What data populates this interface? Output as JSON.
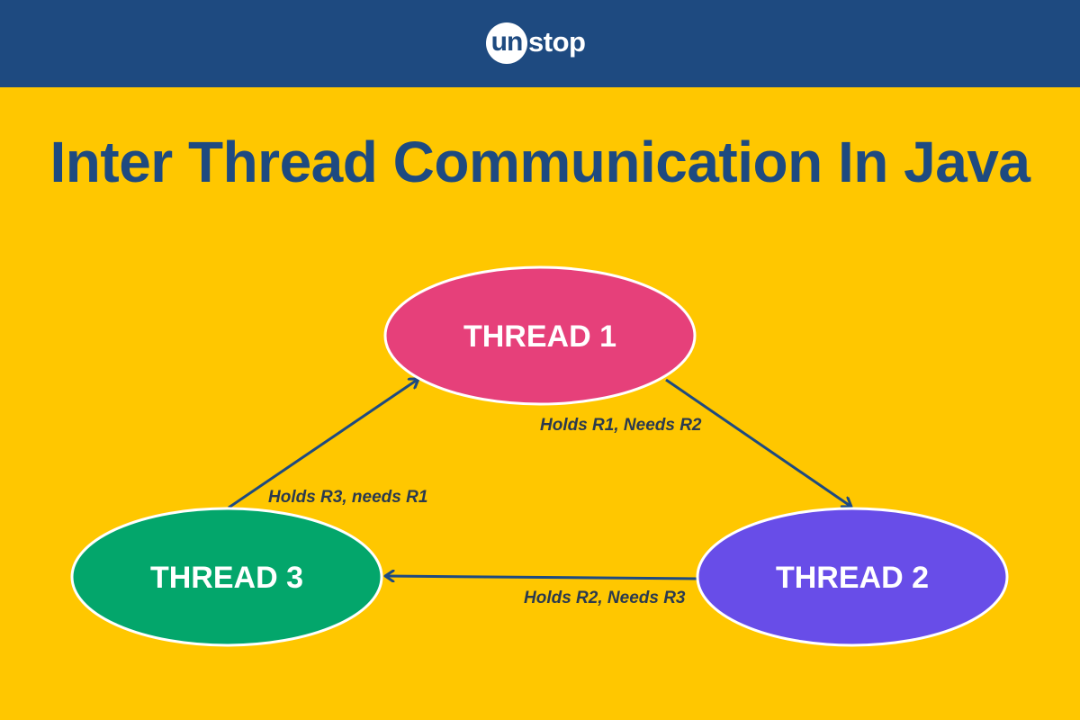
{
  "header": {
    "logo_prefix": "un",
    "logo_suffix": "stop"
  },
  "title": "Inter Thread Communication In Java",
  "nodes": {
    "thread1": {
      "label": "THREAD 1",
      "color": "#E6407A"
    },
    "thread2": {
      "label": "THREAD 2",
      "color": "#684DE8"
    },
    "thread3": {
      "label": "THREAD 3",
      "color": "#03A66B"
    }
  },
  "edges": {
    "t1_to_t2": "Holds R1, Needs R2",
    "t2_to_t3": "Holds R2, Needs R3",
    "t3_to_t1": "Holds R3, needs R1"
  },
  "colors": {
    "background": "#FFC700",
    "header": "#1E4A80",
    "title": "#1E4A80",
    "arrow": "#1E4A80"
  }
}
